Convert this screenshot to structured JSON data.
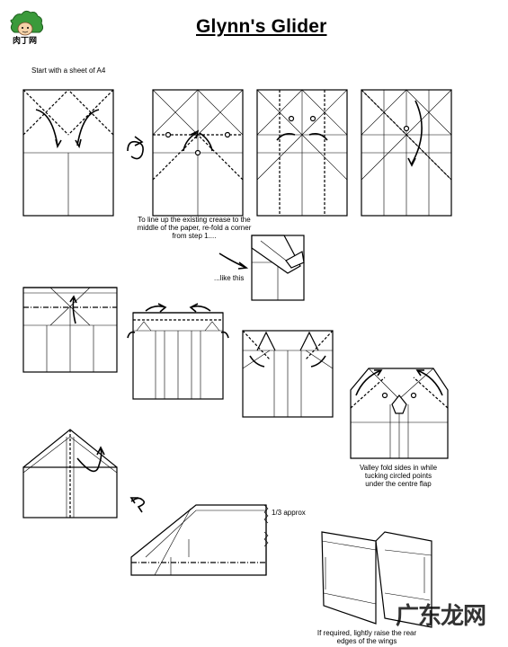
{
  "title": "Glynn's Glider",
  "logo": {
    "text": "肉丁网",
    "icon": "cartoon-character-logo"
  },
  "intro": "Start with a sheet of A4",
  "notes": {
    "realign": "To line up the existing crease to the\nmiddle of the paper, re-fold a corner\nfrom step 1....",
    "like_this": "...like this",
    "valley_fold": "Valley fold sides in while\ntucking circled points\nunder the centre flap",
    "one_third": "1/3 approx",
    "raise_rear": "If required, lightly raise the rear\nedges of the wings"
  },
  "watermark": "广东龙网"
}
